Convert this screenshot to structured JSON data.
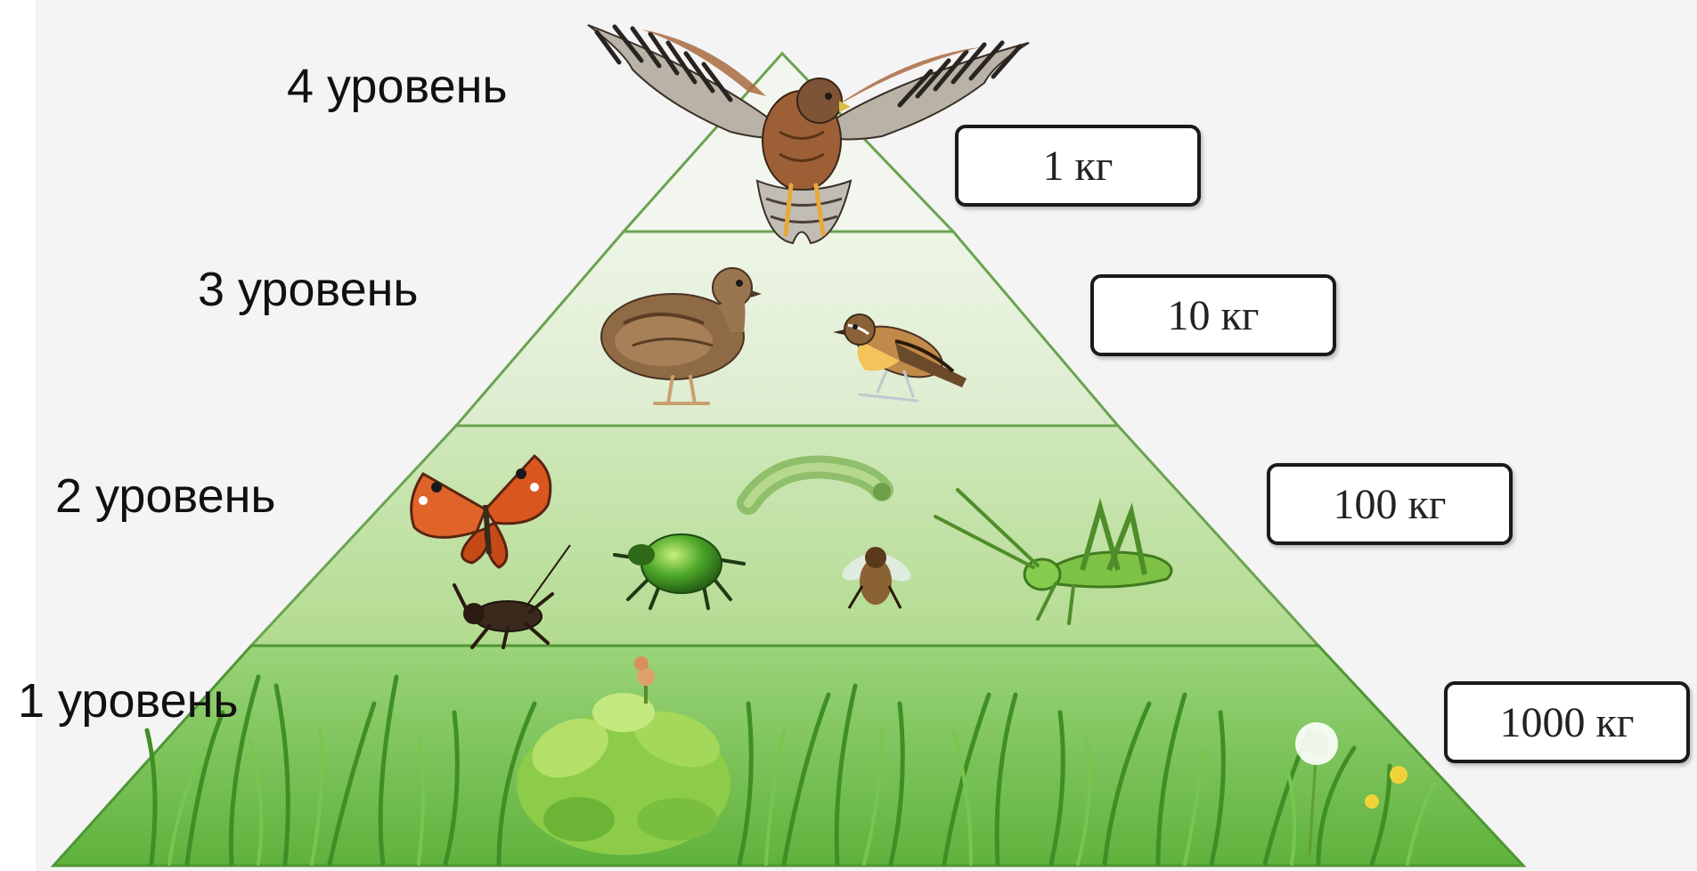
{
  "levels": [
    {
      "label": "4 уровень",
      "mass": "1 кг"
    },
    {
      "label": "3 уровень",
      "mass": "10 кг"
    },
    {
      "label": "2 уровень",
      "mass": "100 кг"
    },
    {
      "label": "1 уровень",
      "mass": "1000 кг"
    }
  ],
  "icons": {
    "level4": [
      "hawk-icon"
    ],
    "level3": [
      "quail-icon",
      "songbird-icon"
    ],
    "level2": [
      "butterfly-icon",
      "caterpillar-icon",
      "beetle-icon",
      "fly-icon",
      "grasshopper-icon",
      "cricket-icon"
    ],
    "level1": [
      "grass-icon",
      "flower-icon",
      "dandelion-icon"
    ]
  },
  "colors": {
    "level4": "#f1f5ec",
    "level3": "#e4f0d9",
    "level2": "#c3e3a6",
    "level1": "#8fd06a",
    "outline": "#5c9a44",
    "background": "#f4f4f4"
  }
}
